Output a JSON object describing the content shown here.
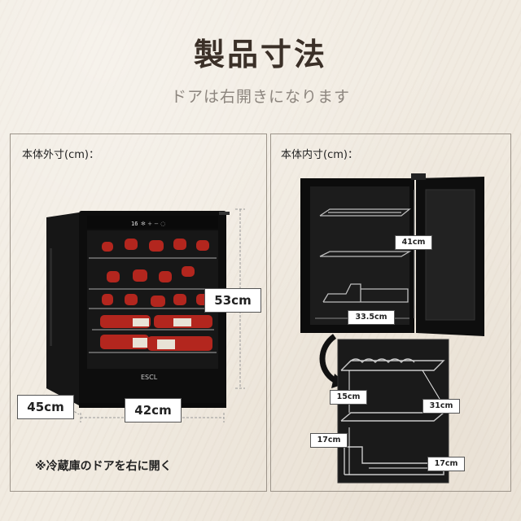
{
  "header": {
    "title": "製品寸法",
    "subtitle": "ドアは右開きになります"
  },
  "outer_panel": {
    "heading": "本体外寸(cm)：",
    "height_label": "53cm",
    "depth_label": "45cm",
    "width_label": "42cm",
    "note": "※冷蔵庫のドアを右に開く",
    "display_reading": "16",
    "brand_logo": "ESCL"
  },
  "inner_panel": {
    "heading": "本体内寸(cm)：",
    "inner_height_label": "41cm",
    "inner_width_label": "33.5cm",
    "shelf_gap_label": "15cm",
    "shelf_depth_label": "31cm",
    "bottom_height_label": "17cm",
    "bottom_depth_label": "17cm"
  },
  "colors": {
    "background": "#f1ebe1",
    "title": "#3b3028",
    "subtitle": "#8c857e",
    "panel_border": "#9c948a",
    "fridge_body": "#111111",
    "bottle_red": "#b3261e"
  }
}
